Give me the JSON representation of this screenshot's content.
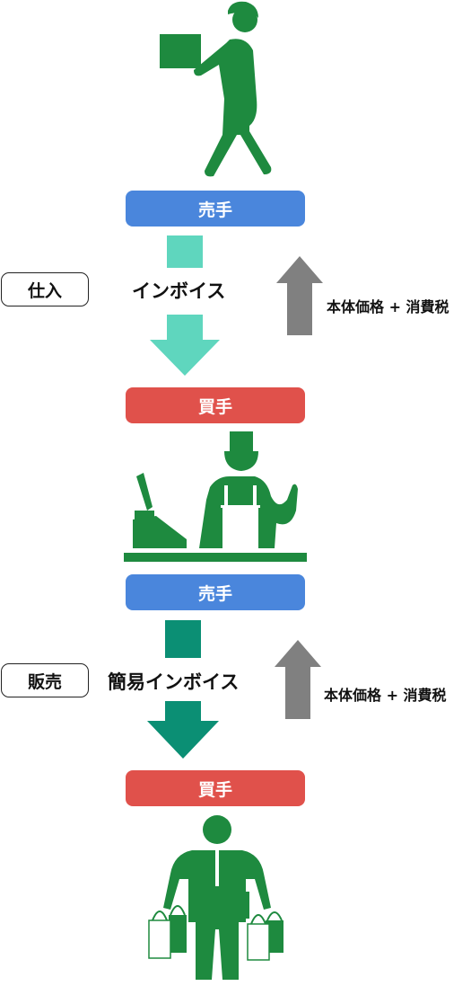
{
  "colors": {
    "seller_bg": "#4a86dc",
    "buyer_bg": "#e0514b",
    "person_green": "#1e8a3f",
    "arrow_light": "#5fd6be",
    "arrow_dark": "#0b8f74",
    "arrow_gray": "#808080"
  },
  "icons": [
    "delivery-person-icon",
    "cashier-icon",
    "shopper-icon"
  ],
  "stages": [
    {
      "seller_label": "売手",
      "buyer_label": "買手",
      "section_label": "仕入",
      "document_label": "インボイス",
      "payment_label": "本体価格 + 消費税"
    },
    {
      "seller_label": "売手",
      "buyer_label": "買手",
      "section_label": "販売",
      "document_label": "簡易インボイス",
      "payment_label": "本体価格 + 消費税"
    }
  ]
}
